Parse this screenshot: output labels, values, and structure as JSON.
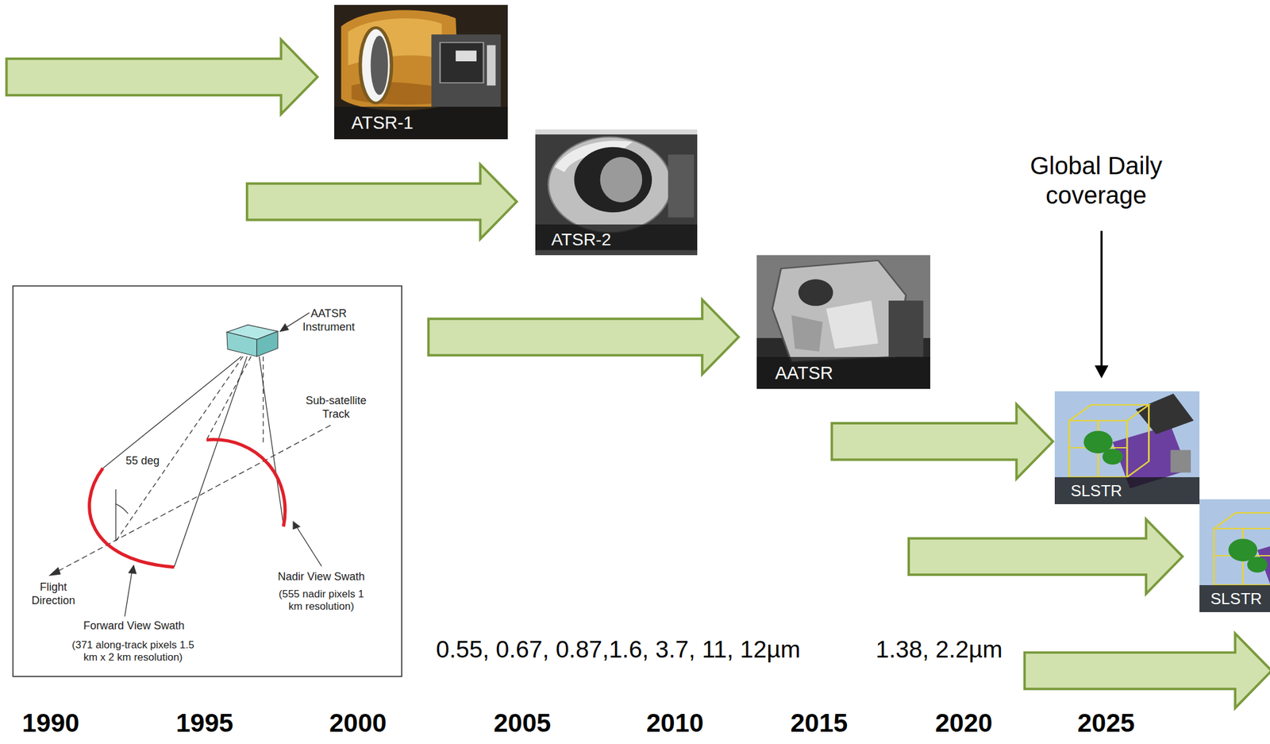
{
  "diagram": {
    "nodes": [
      {
        "text": [
          "ATSR-1"
        ]
      },
      {
        "text": [
          "ATSR-2"
        ]
      },
      {
        "text": [
          "AATSR"
        ]
      },
      {
        "text": [
          "SLSTR"
        ]
      },
      {
        "text": [
          "SLSTR"
        ]
      }
    ],
    "labels": [
      "AATSR Instrument",
      "Sub-satellite Track",
      "55 deg",
      "Flight Direction",
      "Nadir View Swath",
      "(555 nadir pixels 1 km resolution)",
      "Forward View Swath",
      "(371 along-track pixels 1.5 km x 2 km resolution)",
      "Global Daily coverage",
      "0.55, 0.67, 0.87,1.6, 3.7, 11, 12µm",
      "1.38, 2.2µm",
      "1990",
      "1995",
      "2000",
      "2005",
      "2010",
      "2015",
      "2020",
      "2025"
    ]
  }
}
